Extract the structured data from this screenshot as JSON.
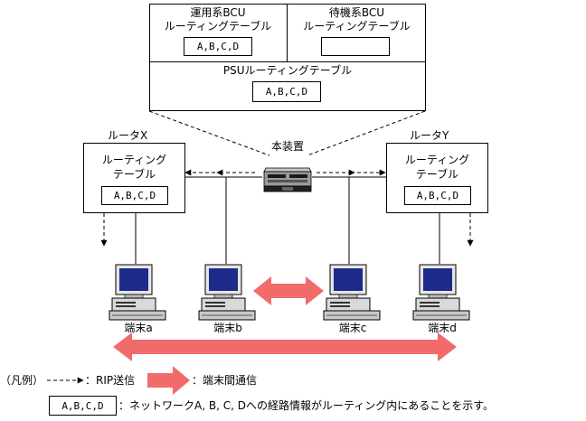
{
  "device": {
    "active_bcu_title": "運用系BCU",
    "active_bcu_table_label": "ルーティングテーブル",
    "active_bcu_table_value": "A,B,C,D",
    "standby_bcu_title": "待機系BCU",
    "standby_bcu_table_label": "ルーティングテーブル",
    "standby_bcu_table_value": "",
    "psu_table_label": "PSUルーティングテーブル",
    "psu_table_value": "A,B,C,D",
    "main_unit_label": "本装置"
  },
  "router_x": {
    "name": "ルータX",
    "table_label_line1": "ルーティング",
    "table_label_line2": "テーブル",
    "table_value": "A,B,C,D"
  },
  "router_y": {
    "name": "ルータY",
    "table_label_line1": "ルーティング",
    "table_label_line2": "テーブル",
    "table_value": "A,B,C,D"
  },
  "terminals": [
    {
      "label": "端末a"
    },
    {
      "label": "端末b"
    },
    {
      "label": "端末c"
    },
    {
      "label": "端末d"
    }
  ],
  "legend": {
    "prefix": "（凡例）",
    "rip_label": "：RIP送信",
    "comm_label": "：端末間通信",
    "box_value": "A,B,C,D",
    "box_desc": "：ネットワークA, B, C, Dへの経路情報がルーティング内にあることを示す。"
  },
  "colors": {
    "comm_arrow": "#f26b6b",
    "screen": "#1c2a8a",
    "device_body": "#9a9a9a"
  },
  "icons": [
    "network-device-icon",
    "terminal-pc-icon",
    "rip-arrow-icon",
    "communication-arrow-icon"
  ]
}
